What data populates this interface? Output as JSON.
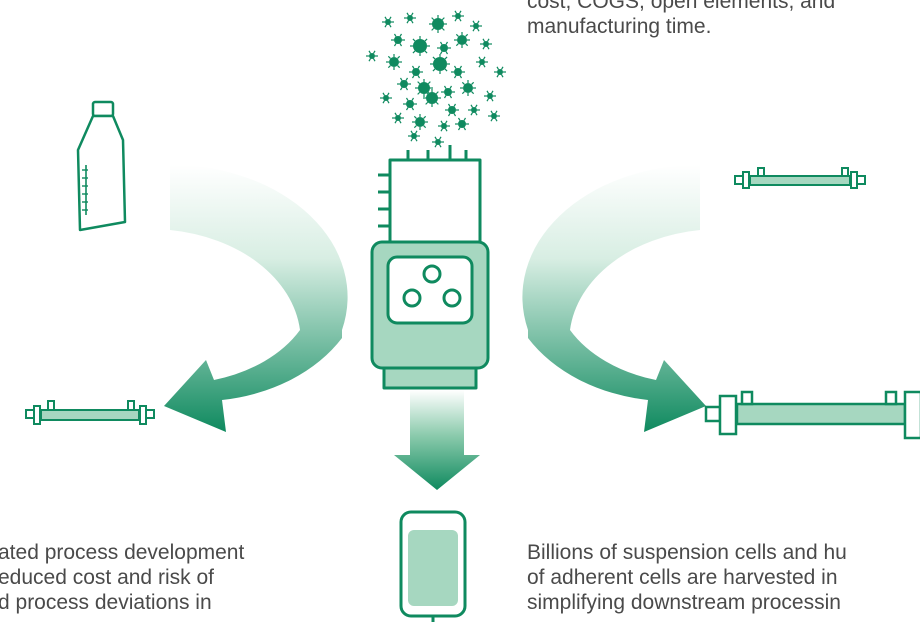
{
  "texts": {
    "top_right": [
      "cost, COGS, open elements, and",
      "manufacturing time."
    ],
    "bottom_left": [
      "ated process development",
      "educed cost and risk of",
      "d process deviations in"
    ],
    "bottom_right": [
      "Billions of suspension cells and hu",
      "of adherent cells are harvested in",
      "simplifying downstream processin"
    ]
  },
  "colors": {
    "brand_green": "#0f8a5f",
    "fill_light": "#a6d7c0",
    "fill_mid": "#2fa57a",
    "arrow_fade": "#ffffff"
  },
  "icons": {
    "cells": "virus-particles-icon",
    "flask": "cell-culture-flask-icon",
    "bioreactor": "bioreactor-icon",
    "bag": "infusion-bag-icon",
    "column": "hollow-fiber-column-icon"
  }
}
